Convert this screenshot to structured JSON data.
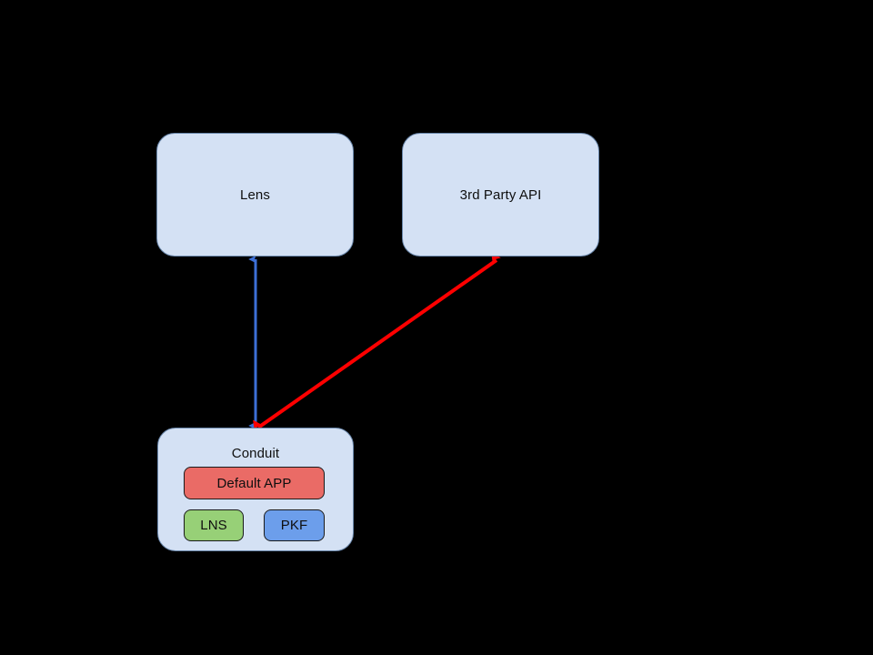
{
  "diagram": {
    "background_color": "#000000",
    "node_fill": "#d4e1f4",
    "node_stroke": "#6a87ab",
    "nodes": [
      {
        "id": "lens",
        "label": "Lens"
      },
      {
        "id": "third_party_api",
        "label": "3rd Party API"
      },
      {
        "id": "conduit",
        "label": "Conduit"
      }
    ],
    "conduit_children": [
      {
        "id": "default_app",
        "label": "Default APP",
        "color": "#ea6b66"
      },
      {
        "id": "lns",
        "label": "LNS",
        "color": "#97d077"
      },
      {
        "id": "pkf",
        "label": "PKF",
        "color": "#6c9eeb"
      }
    ],
    "edges": [
      {
        "id": "lens-conduit",
        "color": "#3d6fd6",
        "style": "double-headed",
        "from": "Lens",
        "to": "Conduit"
      },
      {
        "id": "conduit-third-party-api",
        "color": "#ff0000",
        "style": "double-headed",
        "from": "Conduit",
        "to": "3rd Party API"
      }
    ]
  }
}
